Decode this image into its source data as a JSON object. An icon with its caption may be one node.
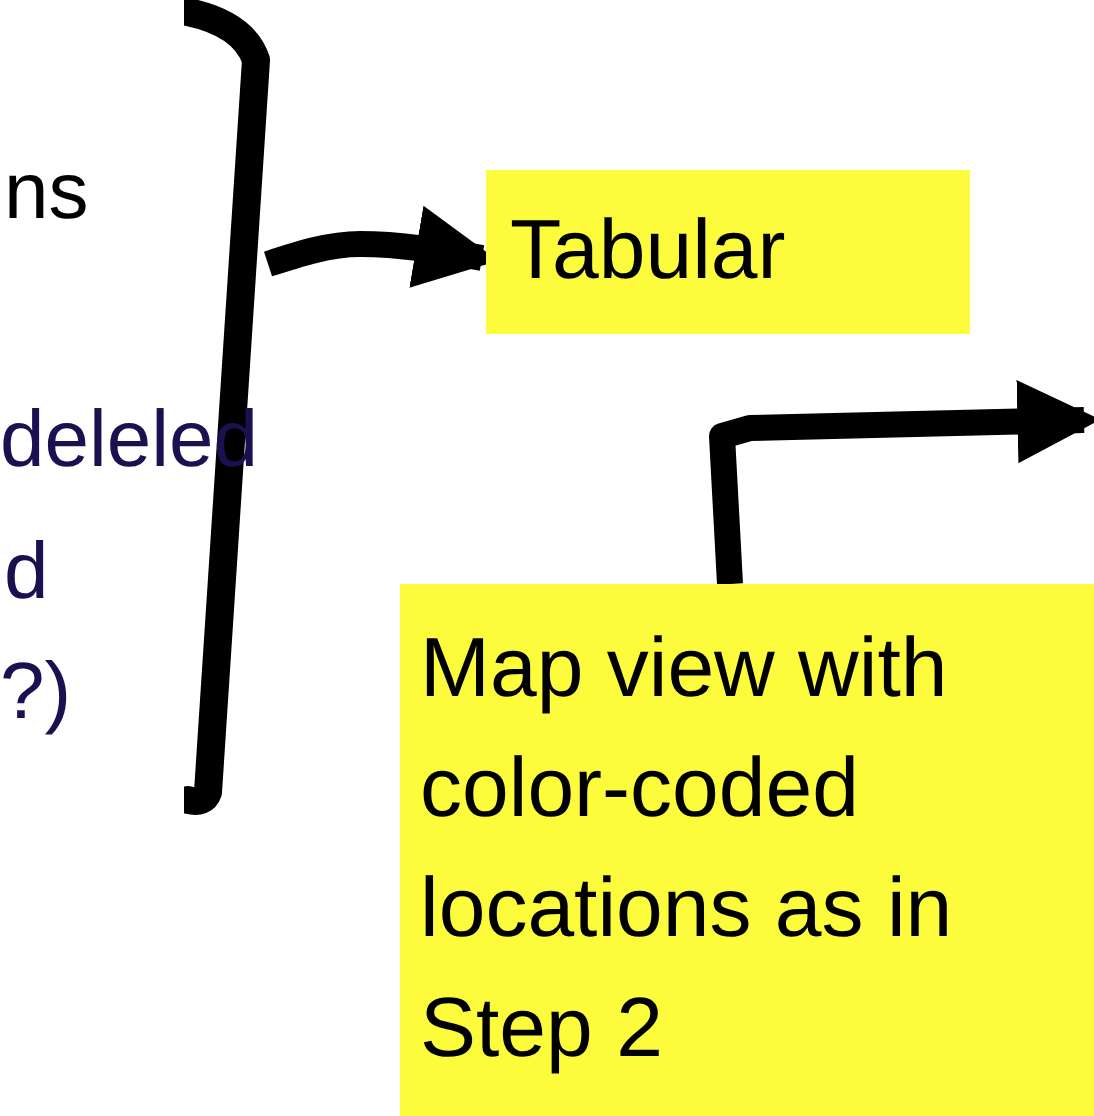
{
  "diagram": {
    "nodes": [
      {
        "text": [],
        "shape": "bar"
      },
      {
        "text": [
          "Tabular"
        ]
      },
      {
        "text": [
          "Map view with color-coded locations as in Step 2"
        ]
      }
    ],
    "edges": [
      {
        "from": 0,
        "to": 1,
        "arrow": "to"
      },
      {
        "from": 2,
        "to": null,
        "arrow": "to"
      }
    ],
    "labels": [
      "ns",
      "deleled",
      "d",
      "?)"
    ]
  }
}
